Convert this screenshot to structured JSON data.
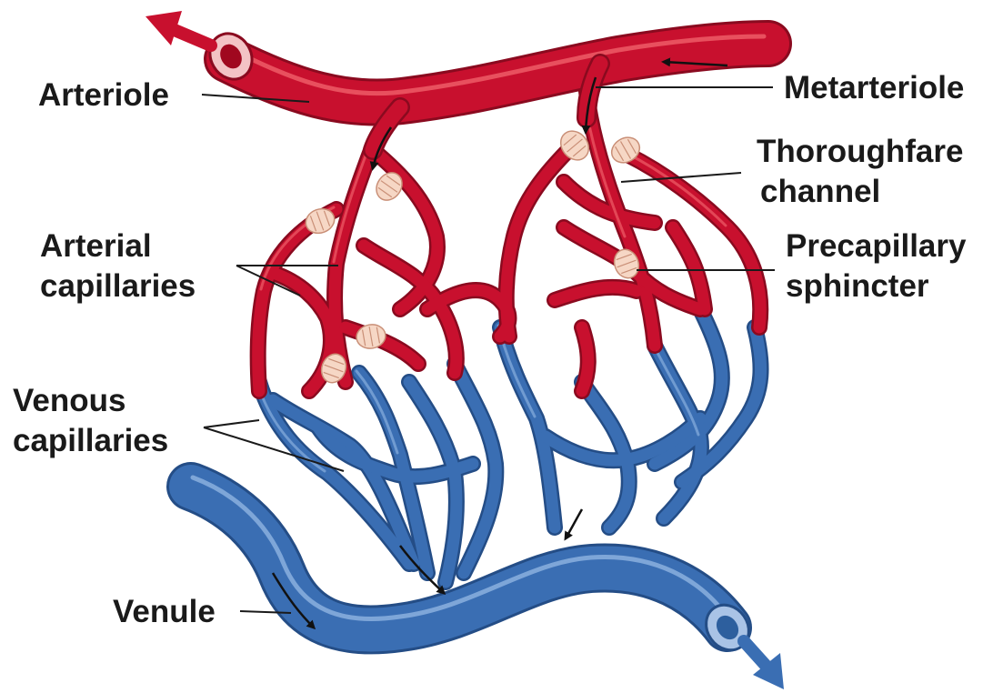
{
  "labels": {
    "arteriole": "Arteriole",
    "metarteriole": "Metarteriole",
    "thoroughfare_line1": "Thoroughfare",
    "thoroughfare_line2": "channel",
    "arterial_cap_line1": "Arterial",
    "arterial_cap_line2": "capillaries",
    "precap_line1": "Precapillary",
    "precap_line2": "sphincter",
    "venous_cap_line1": "Venous",
    "venous_cap_line2": "capillaries",
    "venule": "Venule"
  },
  "colors": {
    "arterial": "#c8102e",
    "venous": "#3a6eb3",
    "sphincter": "#f6d7c5",
    "text": "#1a1a1a"
  }
}
